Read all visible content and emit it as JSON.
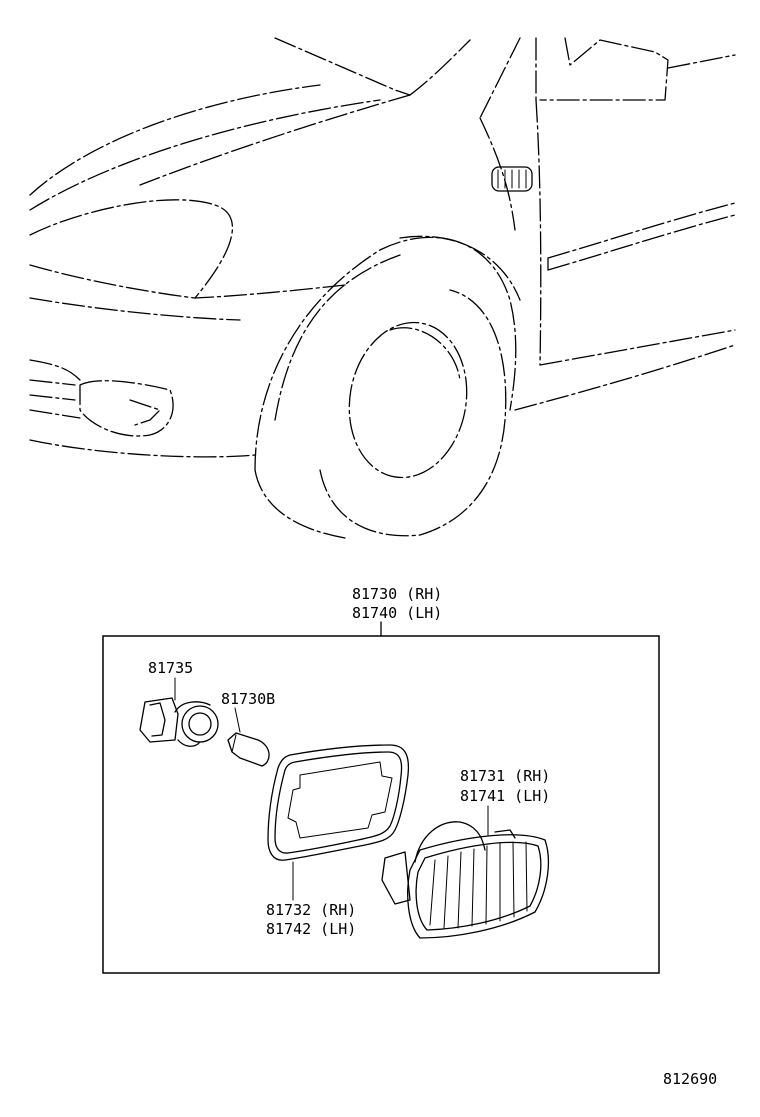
{
  "assembly": {
    "part_rh": "81730 (RH)",
    "part_lh": "81740 (LH)"
  },
  "parts": {
    "socket": "81735",
    "bulb": "81730B",
    "lens": {
      "rh": "81731 (RH)",
      "lh": "81741 (LH)"
    },
    "gasket": {
      "rh": "81732 (RH)",
      "lh": "81742 (LH)"
    }
  },
  "diagram_code": "812690",
  "colors": {
    "line": "#000000",
    "background": "#ffffff"
  }
}
